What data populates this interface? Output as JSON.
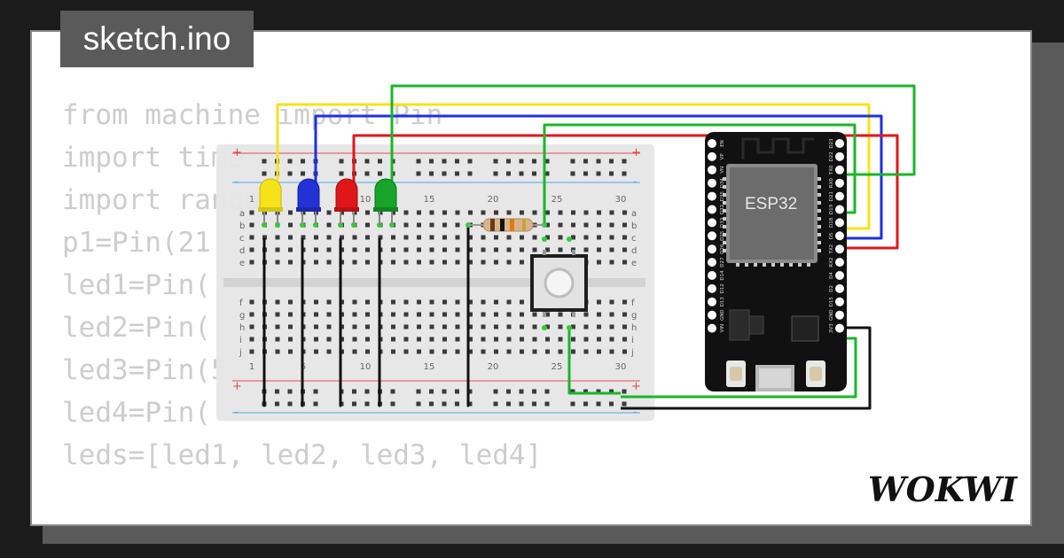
{
  "title": "sketch.ino",
  "code_lines": [
    "from machine import Pin",
    "import time",
    "import random",
    "p1=Pin(21",
    "led1=Pin(",
    "led2=Pin(",
    "led3=Pin(5",
    "led4=Pin(",
    "leds=[led1, led2, led3, led4]",
    "",
    "         [        ]"
  ],
  "breadboard": {
    "column_numbers": [
      "1",
      "5",
      "10",
      "15",
      "20",
      "25",
      "30"
    ],
    "row_letters_top": [
      "a",
      "b",
      "c",
      "d",
      "e"
    ],
    "row_letters_bottom": [
      "f",
      "g",
      "h",
      "i",
      "j"
    ],
    "rail_plus": "+",
    "rail_minus": "-"
  },
  "components": {
    "leds": [
      {
        "name": "yellow",
        "color": "#f5e31a"
      },
      {
        "name": "blue",
        "color": "#2332d6"
      },
      {
        "name": "red",
        "color": "#e0161b"
      },
      {
        "name": "green",
        "color": "#18a329"
      }
    ],
    "resistor": "resistor",
    "pushbutton": "pushbutton"
  },
  "esp32": {
    "label": "ESP32",
    "pins_left": [
      "EN",
      "VP",
      "VN",
      "D34",
      "D35",
      "D32",
      "D33",
      "D25",
      "D26",
      "D27",
      "D14",
      "D12",
      "D13",
      "GND",
      "VIN"
    ],
    "pins_right": [
      "D23",
      "D22",
      "TX0",
      "RX0",
      "D21",
      "D19",
      "D18",
      "D5",
      "TX2",
      "RX2",
      "D4",
      "D2",
      "D15",
      "GND",
      "3V3"
    ]
  },
  "wire_colors": {
    "yellow": "#f5e31a",
    "blue": "#1f2fe0",
    "red": "#e0161b",
    "green": "#1ab52a",
    "black": "#111111"
  },
  "brand": "WOKWI"
}
